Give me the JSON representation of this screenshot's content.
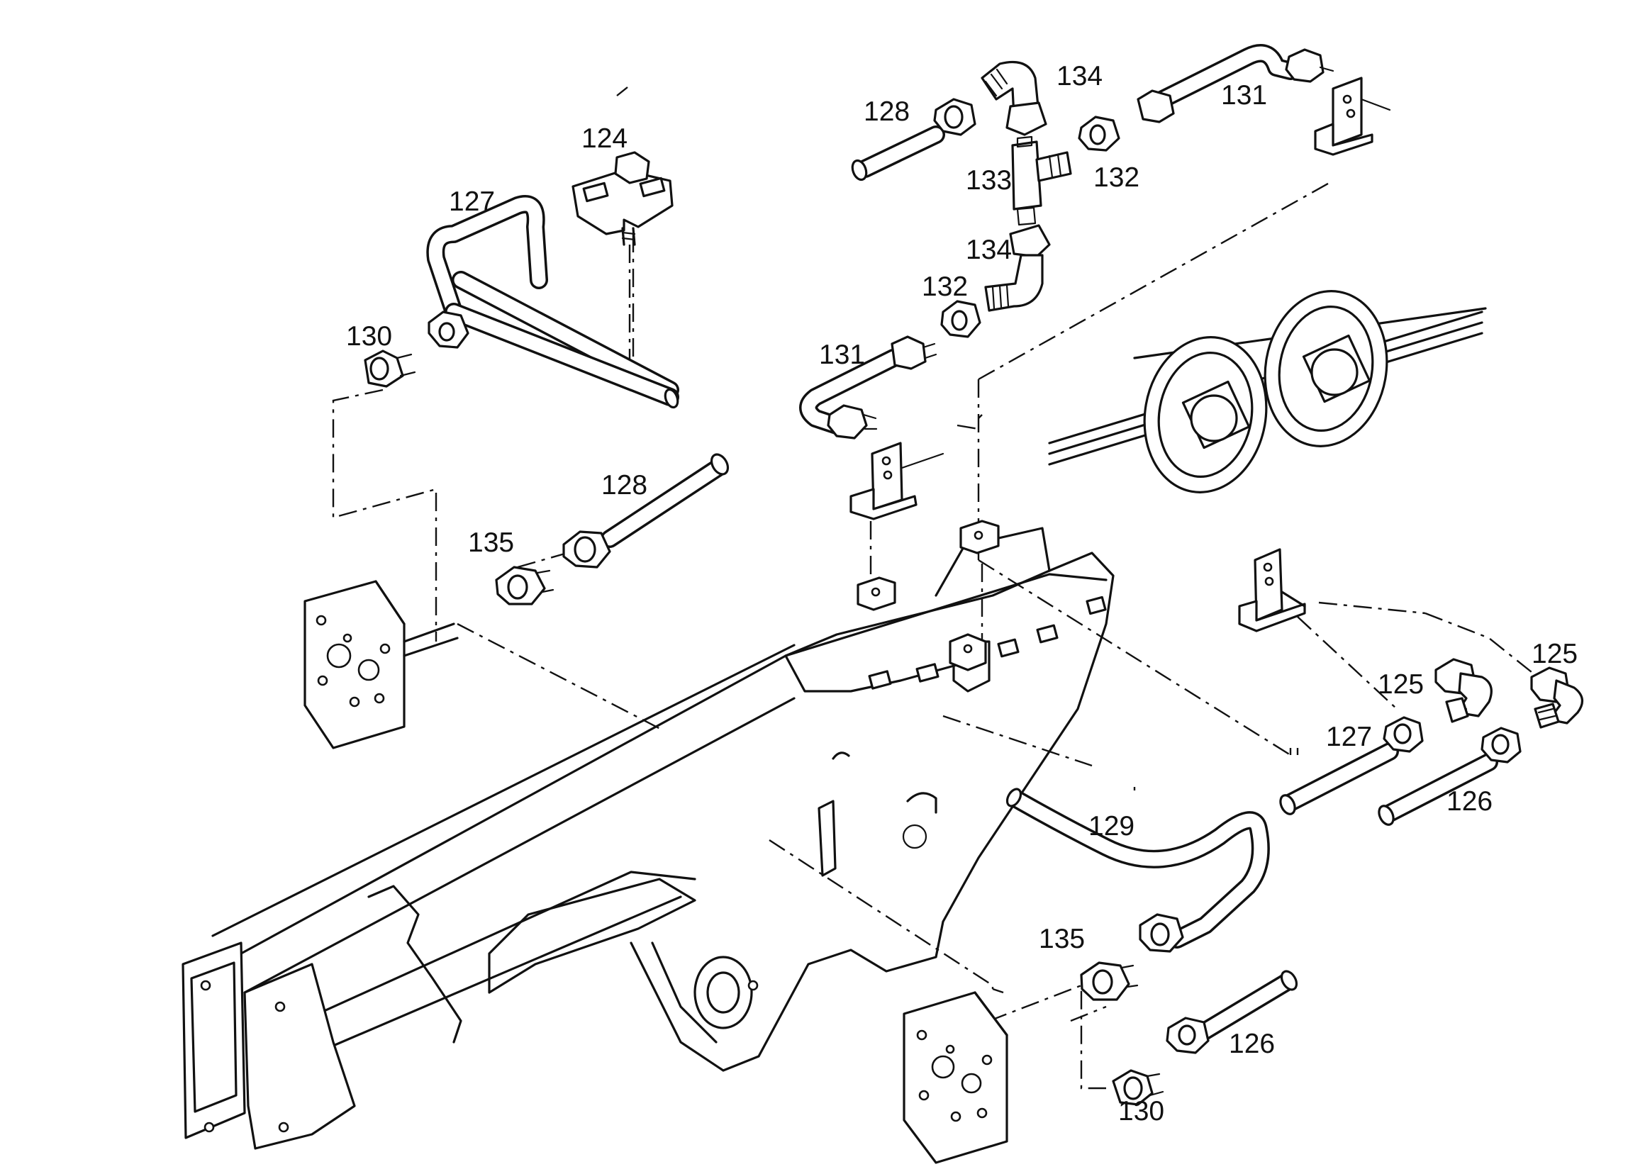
{
  "callouts": [
    {
      "id": "c124",
      "text": "124"
    },
    {
      "id": "c127a",
      "text": "127"
    },
    {
      "id": "c130a",
      "text": "130"
    },
    {
      "id": "c128a",
      "text": "128"
    },
    {
      "id": "c134a",
      "text": "134"
    },
    {
      "id": "c133",
      "text": "133"
    },
    {
      "id": "c132a",
      "text": "132"
    },
    {
      "id": "c131a",
      "text": "131"
    },
    {
      "id": "c134b",
      "text": "134"
    },
    {
      "id": "c132b",
      "text": "132"
    },
    {
      "id": "c131b",
      "text": "131"
    },
    {
      "id": "c128b",
      "text": "128"
    },
    {
      "id": "c135a",
      "text": "135"
    },
    {
      "id": "c125a",
      "text": "125"
    },
    {
      "id": "c125b",
      "text": "125"
    },
    {
      "id": "c127b",
      "text": "127"
    },
    {
      "id": "c126a",
      "text": "126"
    },
    {
      "id": "c129",
      "text": "129"
    },
    {
      "id": "c135b",
      "text": "135"
    },
    {
      "id": "c126b",
      "text": "126"
    },
    {
      "id": "c130b",
      "text": "130"
    }
  ]
}
